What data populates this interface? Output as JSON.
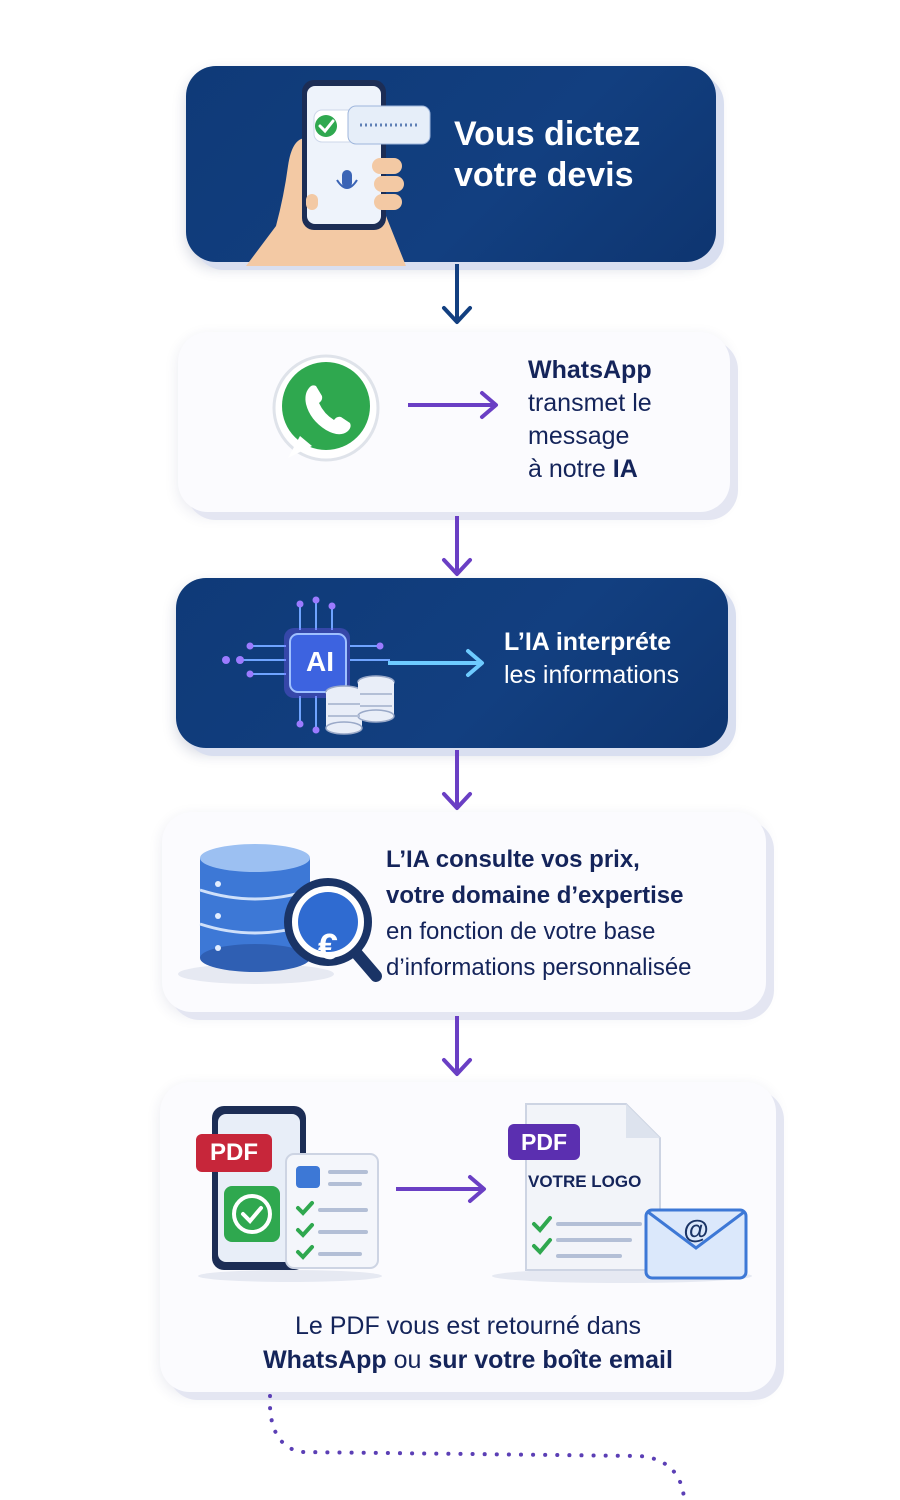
{
  "step1": {
    "line1": "Vous dictez",
    "line2": "votre devis"
  },
  "step2": {
    "line1": "WhatsApp",
    "line2": "transmet le",
    "line3": "message",
    "line4_prefix": "à notre ",
    "line4_bold": "IA"
  },
  "step3": {
    "line1": "L’IA interpréte",
    "line2": "les informations",
    "chip_label": "AI"
  },
  "step4": {
    "line1": "L’IA consulte vos prix,",
    "line2": "votre domaine d’expertise",
    "line3": "en fonction de votre base",
    "line4": "d’informations personnalisée",
    "currency_symbol": "€"
  },
  "step5": {
    "badge_left": "PDF",
    "badge_right": "PDF",
    "doc_logo": "VOTRE LOGO",
    "mail_symbol": "@",
    "caption_line1": "Le PDF vous est retourné dans",
    "caption_bold1": "WhatsApp",
    "caption_mid": " ou ",
    "caption_bold2": "sur votre boîte email"
  },
  "colors": {
    "navy": "#123f80",
    "purple": "#6a3fc4",
    "whatsapp_green": "#2fa84f",
    "text_dark": "#14245a"
  }
}
